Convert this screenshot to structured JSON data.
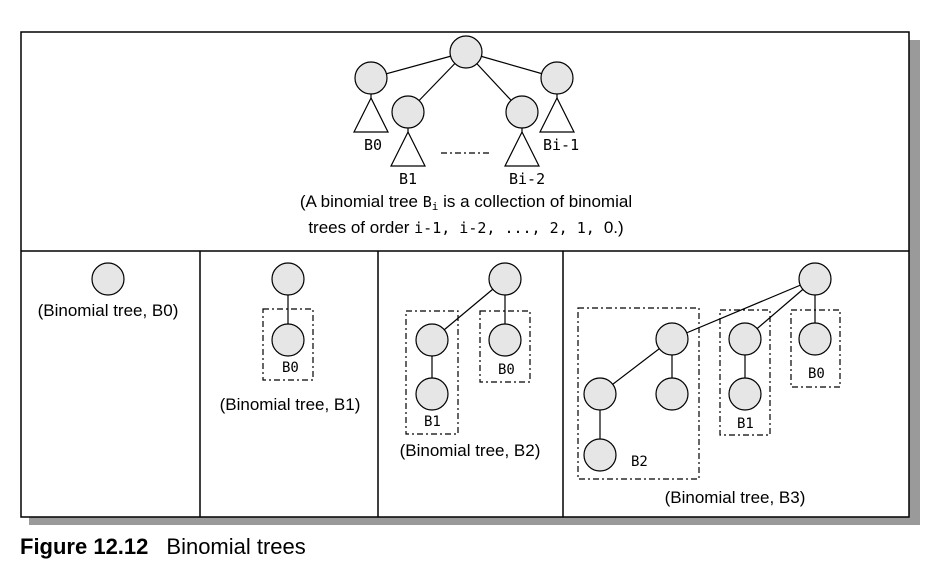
{
  "top": {
    "label_b0": "B0",
    "label_b1": "B1",
    "label_bi2": "Bi-2",
    "label_bi1": "Bi-1",
    "desc_part1": "(A binomial tree ",
    "desc_var": "B",
    "desc_sub": "i",
    "desc_part2": " is a collection of binomial",
    "desc_line2_text": "trees of order ",
    "desc_line2_orders": "i-1, i-2, ..., 2, 1, ",
    "desc_line2_zero": "0",
    "desc_line2_end": ".)"
  },
  "panels": {
    "b0_caption": "(Binomial tree, B0)",
    "b1_caption": "(Binomial tree, B1)",
    "b2_caption": "(Binomial tree, B2)",
    "b3_caption": "(Binomial tree, B3)",
    "b1_box_label": "B0",
    "b2_box_left_label": "B1",
    "b2_box_right_label": "B0",
    "b3_box_big_label": "B2",
    "b3_box_mid_label": "B1",
    "b3_box_right_label": "B0"
  },
  "caption": {
    "number": "Figure 12.12",
    "title": "Binomial trees"
  },
  "colors": {
    "node_fill": "#e6e6e6",
    "stroke": "#000000",
    "shadow": "#9a9a9a"
  }
}
